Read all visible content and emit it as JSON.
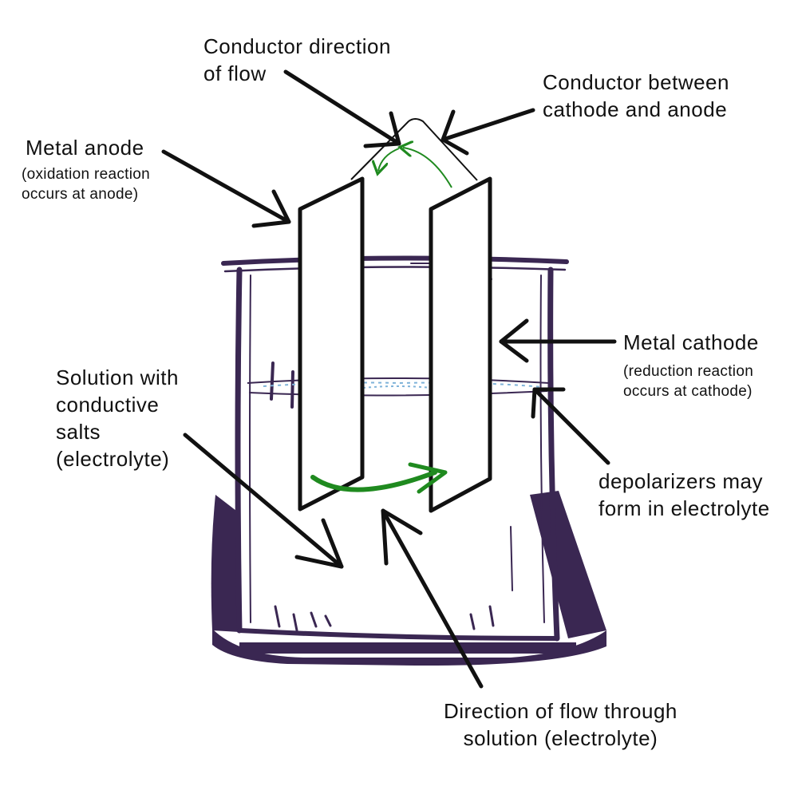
{
  "colors": {
    "beaker": "#3a2752",
    "ink": "#111111",
    "flow_arrow": "#1f8a1f",
    "water": "#7fb3d9",
    "background": "#ffffff"
  },
  "labels": {
    "conductor_direction": [
      "Conductor direction",
      "of flow"
    ],
    "conductor_between": [
      "Conductor between",
      "cathode and anode"
    ],
    "metal_anode": "Metal anode",
    "anode_note": [
      "(oxidation reaction",
      "occurs at anode)"
    ],
    "metal_cathode": "Metal cathode",
    "cathode_note": [
      "(reduction reaction",
      "occurs at cathode)"
    ],
    "solution": [
      "Solution with",
      "conductive",
      "salts",
      "(electrolyte)"
    ],
    "depolarizers": [
      "depolarizers may",
      "form in electrolyte"
    ],
    "flow_through": [
      "Direction of flow through",
      "solution (electrolyte)"
    ]
  }
}
